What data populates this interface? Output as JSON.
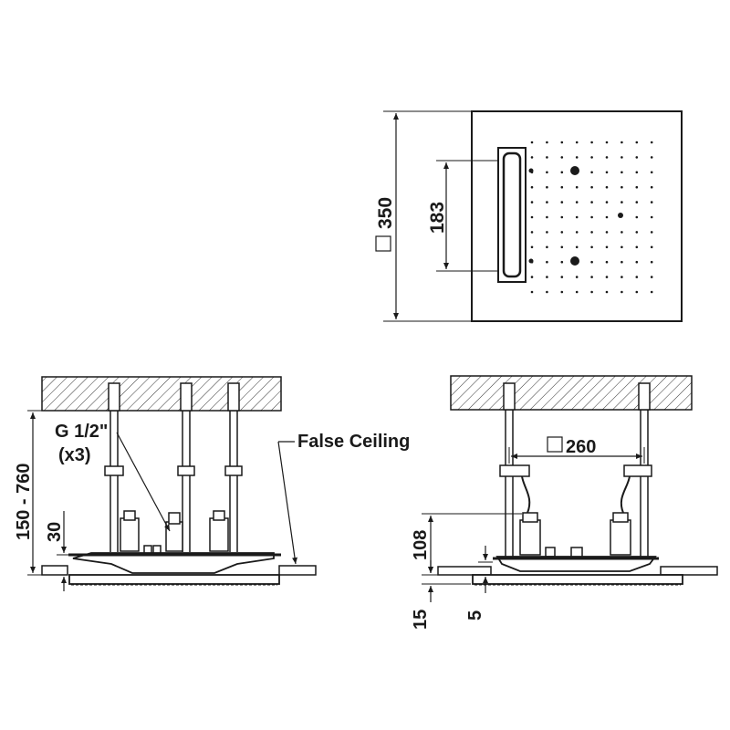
{
  "top_view": {
    "panel_dimension": "350",
    "light_strip_dimension": "183"
  },
  "side_view_left": {
    "drop_range": "150 - 760",
    "connector_spec_line1": "G 1/2\"",
    "connector_spec_line2": "(x3)",
    "false_ceiling_label": "False Ceiling",
    "recess_dimension": "30"
  },
  "side_view_right": {
    "rod_spacing_dimension": "260",
    "body_height_dimension": "108",
    "panel_offset_dimension": "15",
    "ceiling_gap_dimension": "5"
  },
  "symbols": {
    "square_dimension_symbol": "square-outline",
    "stroke_color": "#1a1a1a",
    "background_color": "#ffffff"
  }
}
